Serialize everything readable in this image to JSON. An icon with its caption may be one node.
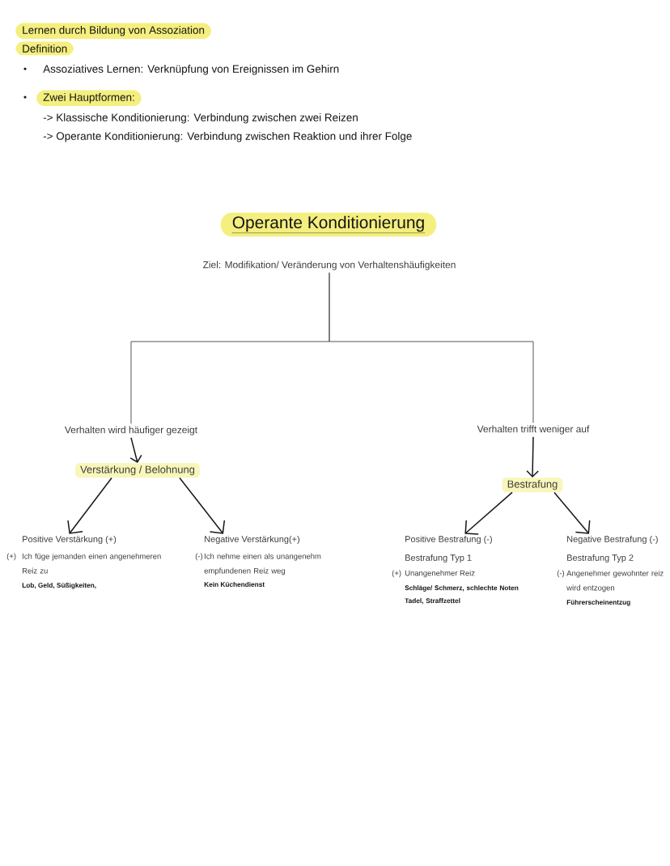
{
  "diagram": {
    "title": "Operante Konditionierung",
    "nodes": [
      {
        "text": [
          "Ziel: Modifikation/ Veränderung von Verhaltenshäufigkeiten"
        ]
      },
      {
        "text": [
          "Verhalten wird häufiger gezeigt"
        ]
      },
      {
        "text": [
          "Verhalten trifft weniger auf"
        ]
      },
      {
        "text": [
          "Verstärkung / Belohnung"
        ]
      },
      {
        "text": [
          "Bestrafung"
        ]
      },
      {
        "text": [
          "Positive Verstärkung (+)",
          "(+)",
          "Ich füge jemanden einen angenehmeren Reiz zu",
          "Lob, Geld, Süßigkeiten,"
        ]
      },
      {
        "text": [
          "Negative Verstärkung(+)",
          "(-)",
          "Ich nehme einen als unangenehm empfundenen Reiz weg",
          "Kein Küchendienst"
        ]
      },
      {
        "text": [
          "Positive Bestrafung (-)",
          "Bestrafung Typ 1",
          "(+)",
          "Unangenehmer Reiz",
          "Schläge/ Schmerz, schlechte Noten Tadel, Straffzettel"
        ]
      },
      {
        "text": [
          "Negative Bestrafung (-)",
          "Bestrafung Typ 2",
          "(-)",
          "Angenehmer gewohnter reiz wird entzogen",
          "Führerscheinentzug"
        ]
      }
    ],
    "edges": [
      {
        "from": 0,
        "to": 1,
        "arrow": "none",
        "color": "#555555"
      },
      {
        "from": 0,
        "to": 2,
        "arrow": "none",
        "color": "#555555"
      },
      {
        "from": 1,
        "to": 3,
        "arrow": "to"
      },
      {
        "from": 2,
        "to": 4,
        "arrow": "to"
      },
      {
        "from": 3,
        "to": 5,
        "arrow": "to"
      },
      {
        "from": 3,
        "to": 6,
        "arrow": "to"
      },
      {
        "from": 4,
        "to": 7,
        "arrow": "to"
      },
      {
        "from": 4,
        "to": 8,
        "arrow": "to"
      }
    ],
    "labels": [
      "Lernen durch Bildung von Assoziation",
      "Definition",
      "Assoziatives Lernen: Verknüpfung von Ereignissen im Gehirn",
      "Zwei Hauptformen:",
      "-> Klassische Konditionierung: Verbindung zwischen zwei Reizen",
      "-> Operante Konditionierung: Verbindung zwischen Reaktion und ihrer Folge"
    ]
  }
}
